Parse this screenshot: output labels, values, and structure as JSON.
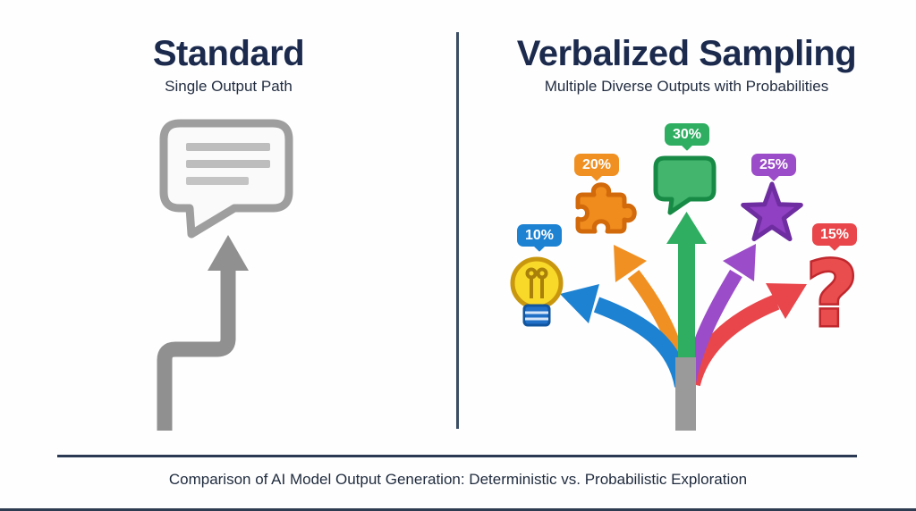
{
  "left_panel": {
    "title": "Standard",
    "subtitle": "Single Output Path",
    "icon": "speech-bubble-icon",
    "path_color": "#909090"
  },
  "right_panel": {
    "title": "Verbalized Sampling",
    "subtitle": "Multiple Diverse Outputs with Probabilities",
    "trunk_color": "#9a9a9a",
    "outputs": [
      {
        "probability": "10%",
        "icon": "lightbulb-icon",
        "color": "#1d82d2"
      },
      {
        "probability": "20%",
        "icon": "puzzle-icon",
        "color": "#f09022"
      },
      {
        "probability": "30%",
        "icon": "speech-bubble-icon",
        "color": "#2fae62"
      },
      {
        "probability": "25%",
        "icon": "star-icon",
        "color": "#9b4cc8"
      },
      {
        "probability": "15%",
        "icon": "question-mark-icon",
        "color": "#e8464b"
      }
    ]
  },
  "footer": {
    "caption": "Comparison of AI Model Output Generation: Deterministic vs. Probabilistic Exploration"
  },
  "colors": {
    "title": "#1b2a4d",
    "divider": "#3b4e63",
    "rule": "#2b3a52",
    "background": "#fefefe"
  }
}
